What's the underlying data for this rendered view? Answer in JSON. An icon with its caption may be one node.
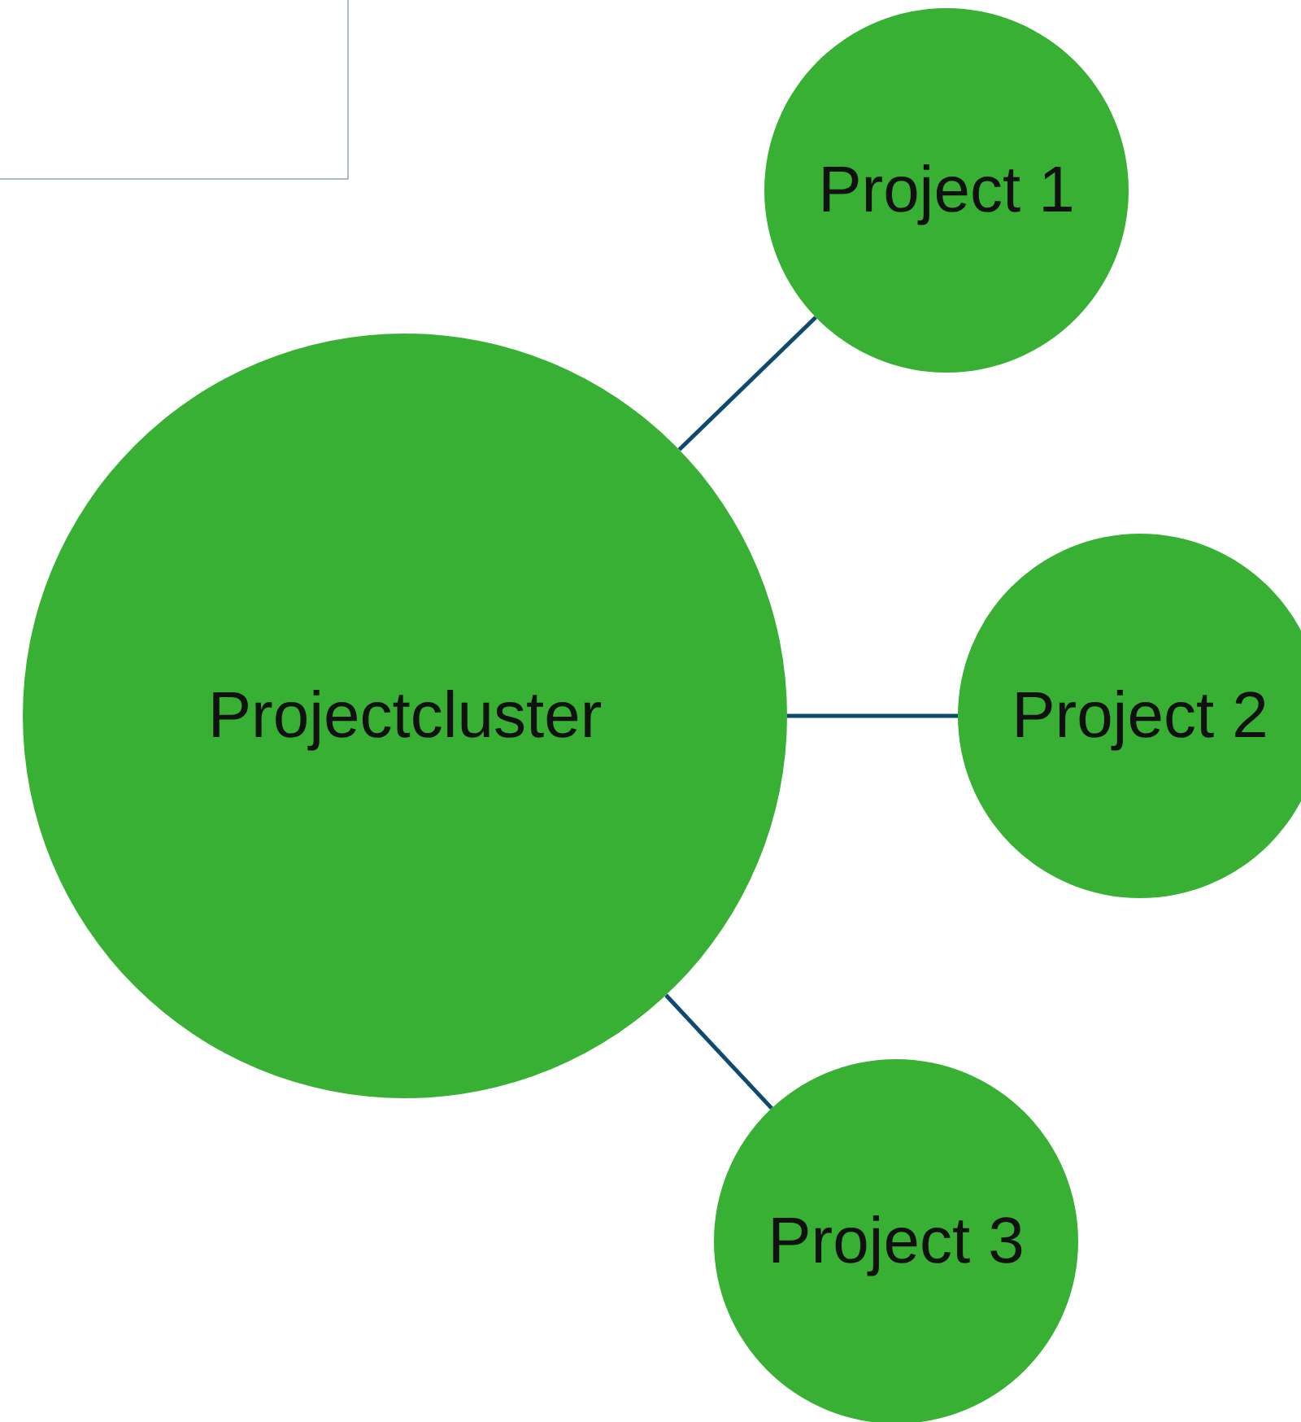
{
  "diagram": {
    "nodes": [
      {
        "text": [
          "Projectcluster"
        ]
      },
      {
        "text": [
          "Project 1"
        ]
      },
      {
        "text": [
          "Project 2"
        ]
      },
      {
        "text": [
          "Project 3"
        ]
      }
    ],
    "edges": [
      {
        "from": 0,
        "to": 1,
        "arrow": "none"
      },
      {
        "from": 0,
        "to": 2,
        "arrow": "none"
      },
      {
        "from": 0,
        "to": 3,
        "arrow": "none"
      }
    ]
  }
}
